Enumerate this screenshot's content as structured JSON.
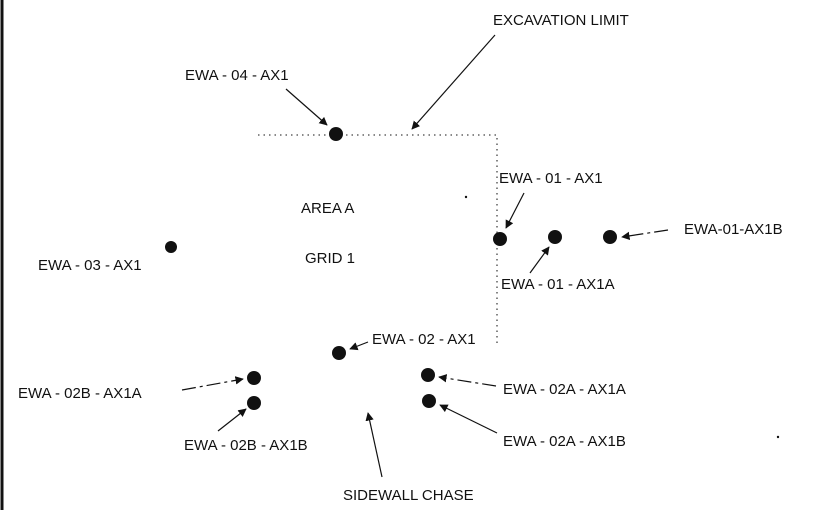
{
  "labels": {
    "excavation_limit": "EXCAVATION LIMIT",
    "area": "AREA A",
    "grid": "GRID 1",
    "sidewall_chase": "SIDEWALL CHASE"
  },
  "samples": {
    "ewa_04_ax1": "EWA - 04 - AX1",
    "ewa_01_ax1": "EWA - 01 - AX1",
    "ewa_01_ax1b": "EWA-01-AX1B",
    "ewa_01_ax1a": "EWA - 01 - AX1A",
    "ewa_03_ax1": "EWA - 03 - AX1",
    "ewa_02_ax1": "EWA - 02 - AX1",
    "ewa_02b_ax1a": "EWA - 02B - AX1A",
    "ewa_02b_ax1b": "EWA - 02B - AX1B",
    "ewa_02a_ax1a": "EWA - 02A - AX1A",
    "ewa_02a_ax1b": "EWA - 02A - AX1B"
  },
  "colors": {
    "ink": "#111111",
    "background": "#ffffff"
  }
}
